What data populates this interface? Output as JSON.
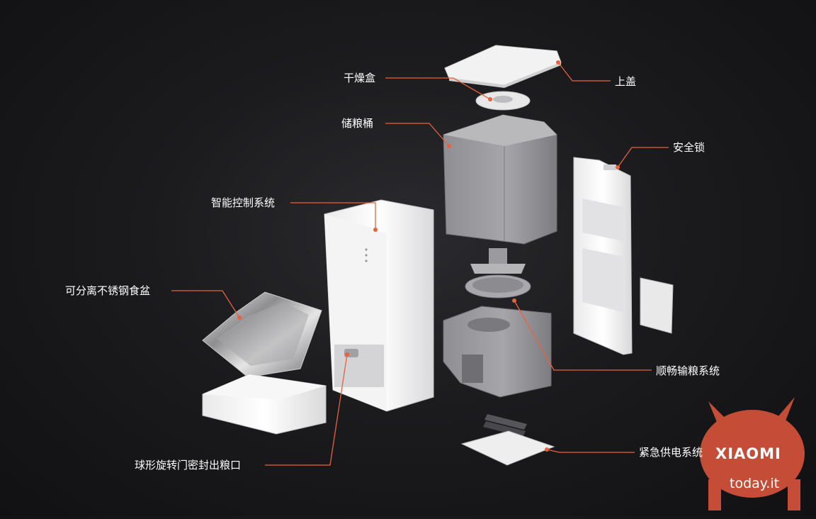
{
  "labels": {
    "drying_box": "干燥盒",
    "top_lid": "上盖",
    "storage_bucket": "储粮桶",
    "safety_lock": "安全锁",
    "smart_control": "智能控制系统",
    "steel_bowl": "可分离不锈钢食盆",
    "feeding_system": "顺畅输粮系统",
    "emergency_power": "紧急供电系统",
    "ball_outlet": "球形旋转门密封出粮口"
  },
  "watermark": {
    "brand": "XIAOMI",
    "site": "today.it"
  },
  "colors": {
    "background": "#1b1b1e",
    "leader_line": "#e8613c",
    "label_text": "#ffffff",
    "watermark_red": "#d9533a"
  }
}
